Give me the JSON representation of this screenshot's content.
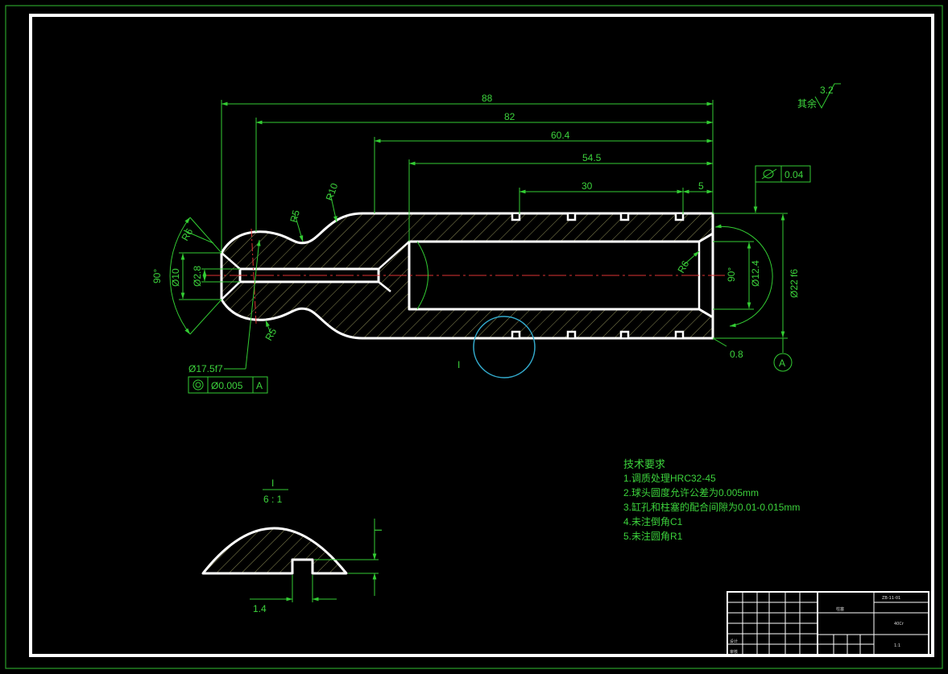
{
  "colors": {
    "background": "#000000",
    "outline": "#ffffff",
    "dimension": "#33cc33",
    "frame_outer": "#2aa02a",
    "centerline": "#dd3333",
    "detail_circle": "#33aacc",
    "hatch": "#8a8a55"
  },
  "dimensions": {
    "d88": "88",
    "d82": "82",
    "d60_4": "60.4",
    "d54_5": "54.5",
    "d30": "30",
    "d5": "5",
    "r10": "R10",
    "r5": "R5",
    "r6_top": "R6",
    "r5_bottom": "R5",
    "phi10": "Ø10",
    "phi2_8": "Ø2.8",
    "a90_left": "90°",
    "a90_right": "90°",
    "phi12_4": "Ø12.4",
    "phi22f6": "Ø22 f6",
    "r6_right": "R6",
    "phi17_5f7": "Ø17.5f7",
    "ra0_8": "0.8",
    "detail_1_4": "1.4",
    "detail_i_dim": "I"
  },
  "tolerances": {
    "cylindricity_value": "0.04",
    "concentricity_value": "Ø0.005",
    "concentricity_datum": "A",
    "datum_label": "A"
  },
  "surface_finish": {
    "rest_label": "其余",
    "rest_value": "3.2"
  },
  "detail": {
    "marker": "I",
    "title_label": "I",
    "scale": "6 : 1"
  },
  "tech_requirements": {
    "title": "技术要求",
    "items": [
      "1.调质处理HRC32-45",
      "2.球头圆度允许公差为0.005mm",
      "3.缸孔和柱塞的配合间隙为0.01-0.015mm",
      "4.未注倒角C1",
      "5.未注圆角R1"
    ]
  },
  "title_block": {
    "part_name": "柱塞",
    "drawing_number": "ZB-11-01",
    "material": "40Cr",
    "scale": "1:1",
    "designer": "设计",
    "checker": "审核"
  }
}
